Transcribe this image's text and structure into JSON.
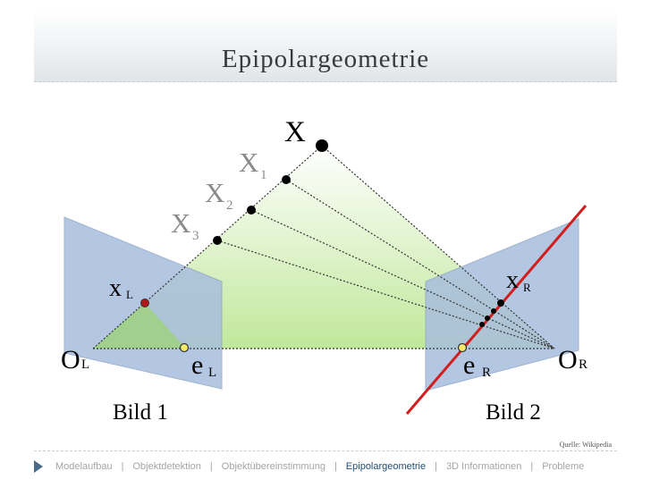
{
  "slide": {
    "title": "Epipolargeometrie",
    "source": "Quelle: Wikipedia"
  },
  "diagram": {
    "labels": {
      "X": "X",
      "X1": "X",
      "X1_sub": "1",
      "X2": "X",
      "X2_sub": "2",
      "X3": "X",
      "X3_sub": "3",
      "xL": "x",
      "xL_sub": "L",
      "xR": "x",
      "xR_sub": "R",
      "OL": "O",
      "OL_sub": "L",
      "OR": "O",
      "OR_sub": "R",
      "eL": "e",
      "eL_sub": "L",
      "eR": "e",
      "eR_sub": "R",
      "bild1": "Bild 1",
      "bild2": "Bild 2"
    },
    "colors": {
      "plane": "#a8bede",
      "plane_stroke": "#8fa6c8",
      "triangle": "#b9e58f",
      "epipolar_line": "#cf1f1f",
      "point": "#000000",
      "epipole": "#f5ea66"
    }
  },
  "footer": {
    "nav": [
      {
        "label": "Modelaufbau",
        "active": false
      },
      {
        "label": "Objektdetektion",
        "active": false
      },
      {
        "label": "Objektübereinstimmung",
        "active": false
      },
      {
        "label": "Epipolargeometrie",
        "active": true
      },
      {
        "label": "3D Informationen",
        "active": false
      },
      {
        "label": "Probleme",
        "active": false
      }
    ],
    "separator": "|"
  }
}
